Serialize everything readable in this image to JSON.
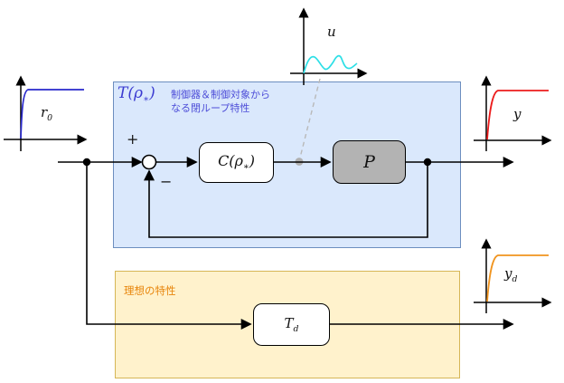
{
  "closed_loop_box": {
    "label": {
      "base": "T(ρ",
      "sub": "∗",
      "close": ")"
    },
    "caption_line1": "制御器＆制御対象から",
    "caption_line2": "なる閉ループ特性"
  },
  "ideal_box": {
    "caption": "理想の特性"
  },
  "blocks": {
    "controller": {
      "base": "C(ρ",
      "sub": "∗",
      "close": ")"
    },
    "plant": {
      "label": "P"
    },
    "reference_model": {
      "base": "T",
      "sub": "d"
    }
  },
  "summing_junction": {
    "plus_label": "+",
    "minus_label": "−"
  },
  "plots": {
    "r0": {
      "label_base": "r",
      "label_sub": "0",
      "curve_color": "#2929cc"
    },
    "u": {
      "label": "u",
      "curve_color": "#2ddfe6"
    },
    "y": {
      "label": "y",
      "curve_color": "#ec1c1c"
    },
    "yd": {
      "label_base": "y",
      "label_sub": "d",
      "curve_color": "#f0941f"
    }
  },
  "colors": {
    "closed_loop_fill": "#dae8fc",
    "closed_loop_border": "#6c8ebf",
    "closed_loop_text": "#3b3bd1",
    "ideal_fill": "#fff2cc",
    "ideal_border": "#d6b656",
    "ideal_text": "#e8860c",
    "plant_fill": "#b3b3b3",
    "wire": "#000000",
    "dashed_connector": "#b9b9b9"
  }
}
